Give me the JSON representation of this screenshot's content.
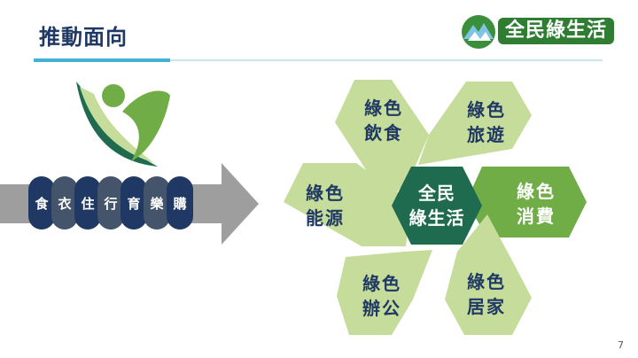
{
  "slide": {
    "title": "推動面向",
    "page_number": "7"
  },
  "logo": {
    "text": "全民綠生活"
  },
  "lifestyle_items": [
    "食",
    "衣",
    "住",
    "行",
    "育",
    "樂",
    "購"
  ],
  "diagram": {
    "center": {
      "line1": "全民",
      "line2": "綠生活"
    },
    "segments": [
      {
        "line1": "綠色",
        "line2": "飲食"
      },
      {
        "line1": "綠色",
        "line2": "旅遊"
      },
      {
        "line1": "綠色",
        "line2": "能源"
      },
      {
        "line1": "綠色",
        "line2": "消費"
      },
      {
        "line1": "綠色",
        "line2": "辦公"
      },
      {
        "line1": "綠色",
        "line2": "居家"
      }
    ]
  },
  "colors": {
    "title": "#1f3864",
    "accent_line": "#41b2d4",
    "dark_green": "#1e6b4f",
    "mid_green": "#70ad47",
    "light_green": "#c6dc9a",
    "pill_dark": "#1f3864",
    "pill_gray": "#44546a"
  }
}
